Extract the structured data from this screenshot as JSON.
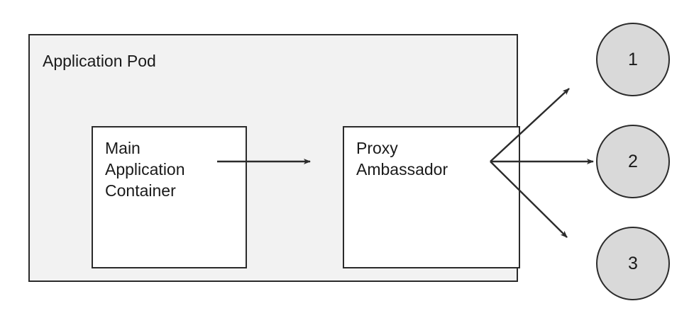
{
  "diagram": {
    "title": "Application Pod",
    "background_color": "#ffffff",
    "pod": {
      "label": "Application Pod",
      "fill_color": "#f2f2f2",
      "stroke_color": "#2b2b2b"
    },
    "boxes": [
      {
        "id": "main-application-container",
        "label": "Main\nApplication\nContainer",
        "line1": "Main",
        "line2": "Application",
        "line3": "Container",
        "fill_color": "#ffffff",
        "stroke_color": "#2b2b2b"
      },
      {
        "id": "proxy-ambassador",
        "label": "Proxy\nAmbassador",
        "line1": "Proxy",
        "line2": "Ambassador",
        "line3": "",
        "fill_color": "#ffffff",
        "stroke_color": "#2b2b2b"
      }
    ],
    "endpoints": [
      {
        "id": "endpoint-1",
        "label": "1",
        "fill_color": "#d9d9d9",
        "stroke_color": "#2b2b2b"
      },
      {
        "id": "endpoint-2",
        "label": "2",
        "fill_color": "#d9d9d9",
        "stroke_color": "#2b2b2b"
      },
      {
        "id": "endpoint-3",
        "label": "3",
        "fill_color": "#d9d9d9",
        "stroke_color": "#2b2b2b"
      }
    ],
    "connectors": [
      {
        "id": "main-to-proxy",
        "from": "main-application-container",
        "to": "proxy-ambassador",
        "style": "arrow-right"
      },
      {
        "id": "proxy-to-endpoint-1",
        "from": "proxy-ambassador",
        "to": "endpoint-1",
        "style": "arrow-diagonal-up"
      },
      {
        "id": "proxy-to-endpoint-2",
        "from": "proxy-ambassador",
        "to": "endpoint-2",
        "style": "arrow-right"
      },
      {
        "id": "proxy-to-endpoint-3",
        "from": "proxy-ambassador",
        "to": "endpoint-3",
        "style": "arrow-diagonal-down"
      }
    ]
  }
}
